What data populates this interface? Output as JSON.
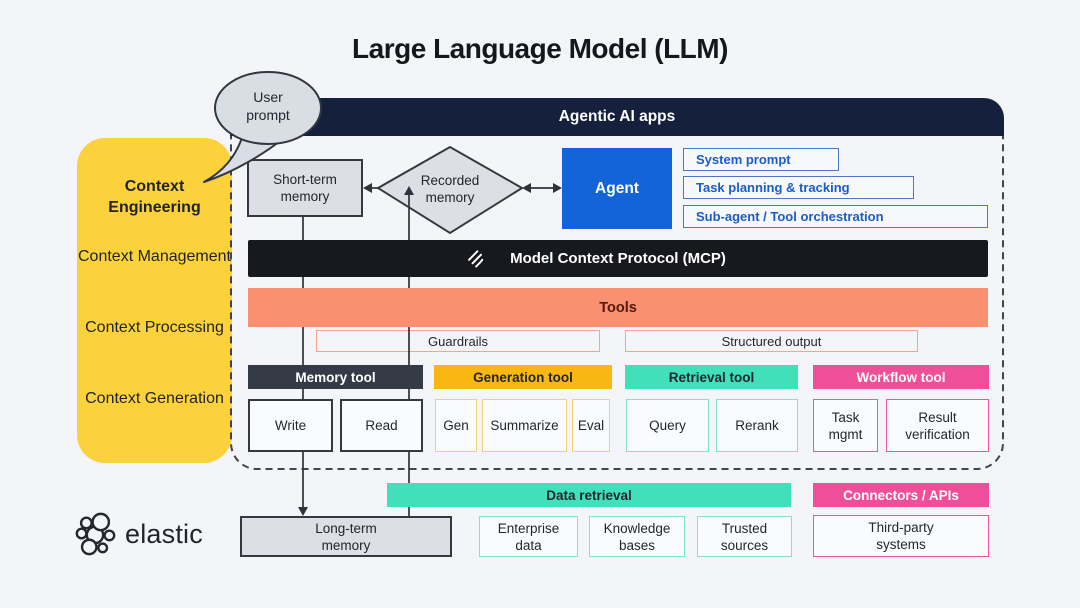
{
  "title": "Large Language Model (LLM)",
  "bubble": {
    "text": "User prompt"
  },
  "context_panel": {
    "heading": "Context Engineering",
    "items": [
      "Context Management",
      "Context Processing",
      "Context Generation"
    ]
  },
  "header": {
    "label": "Agentic AI apps"
  },
  "memory": {
    "short_term": "Short-term memory",
    "recorded": "Recorded memory",
    "long_term": "Long-term memory"
  },
  "agent": {
    "label": "Agent",
    "capabilities": [
      "System prompt",
      "Task planning & tracking",
      "Sub-agent / Tool orchestration"
    ]
  },
  "mcp": {
    "label": "Model Context Protocol (MCP)"
  },
  "tools": {
    "label": "Tools",
    "guardrails": "Guardrails",
    "structured_output": "Structured output",
    "columns": [
      {
        "header": "Memory tool",
        "items": [
          "Write",
          "Read"
        ]
      },
      {
        "header": "Generation tool",
        "items": [
          "Gen",
          "Summarize",
          "Eval"
        ]
      },
      {
        "header": "Retrieval tool",
        "items": [
          "Query",
          "Rerank"
        ]
      },
      {
        "header": "Workflow tool",
        "items": [
          "Task mgmt",
          "Result verification"
        ]
      }
    ]
  },
  "bottom": {
    "data_retrieval": {
      "header": "Data retrieval",
      "items": [
        "Enterprise data",
        "Knowledge bases",
        "Trusted sources"
      ]
    },
    "connectors": {
      "header": "Connectors / APIs",
      "items": [
        "Third-party systems"
      ]
    }
  },
  "brand": {
    "name": "elastic"
  },
  "icons": {
    "mcp": "mcp-logo-icon",
    "brand": "elastic-cluster-logo",
    "bubble": "speech-bubble"
  },
  "colors": {
    "background": "#f4f5f8",
    "navy": "#15203d",
    "black_bar": "#17191e",
    "salmon": "#f9906f",
    "yellow_panel": "#fbd13c",
    "amber": "#f9b713",
    "mint": "#41dfba",
    "pink": "#ef4f98",
    "agent_blue": "#1464d9",
    "capability_blue": "#1a5cc8",
    "gray_box": "#dcdfe6"
  }
}
